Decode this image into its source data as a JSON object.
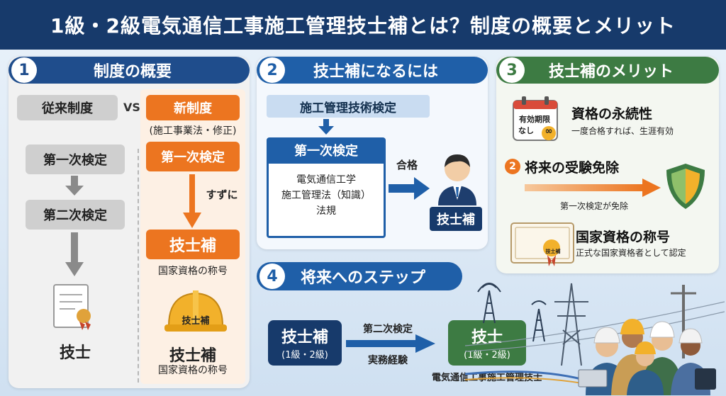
{
  "header": {
    "title": "1級・2級電気通信工事施工管理技士補とは？制度の概要とメリット"
  },
  "panel1": {
    "num": "1",
    "title": "制度の概要",
    "old_label": "従来制度",
    "vs": "VS",
    "new_label": "新制度",
    "new_note": "(施工事業法・修正)",
    "old_step1": "第一次検定",
    "old_step2": "第二次検定",
    "old_result": "技士",
    "new_step1": "第一次検定",
    "new_arrow_label": "すずに",
    "new_result": "技士補",
    "new_result_note": "国家資格の称号",
    "helmet_text": "技士補",
    "bottom_title": "技士補",
    "bottom_note": "国家資格の称号"
  },
  "panel2": {
    "num": "2",
    "title": "技士補になるには",
    "exam_system": "施工管理技術検定",
    "exam_title": "第一次検定",
    "exam_lines": [
      "電気通信工学",
      "施工管理法（知識）",
      "法規"
    ],
    "pass_label": "合格",
    "result": "技士補"
  },
  "panel3": {
    "num": "3",
    "title": "技士補のメリット",
    "calendar_text1": "有効期限",
    "calendar_text2": "なし",
    "infinity": "∞",
    "merit1_title": "資格の永続性",
    "merit1_sub": "一度合格すれば、生涯有効",
    "merit2_num": "2",
    "merit2_title": "将来の受験免除",
    "merit2_sub": "第一次検定が免除",
    "cert_seal": "技士補",
    "merit3_title": "国家資格の称号",
    "merit3_sub": "正式な国家資格者として認定"
  },
  "panel4": {
    "num": "4",
    "title": "将来へのステップ",
    "from_title": "技士補",
    "from_sub": "(1級・2級)",
    "arrow_top": "第二次検定",
    "arrow_bottom": "実務経験",
    "to_title": "技士",
    "to_sub": "(1級・2級)",
    "caption": "電気通信工事施工管理技士"
  },
  "colors": {
    "navy": "#173a6b",
    "blue": "#1f5fa8",
    "green": "#3d7b43",
    "orange": "#ec7520"
  }
}
